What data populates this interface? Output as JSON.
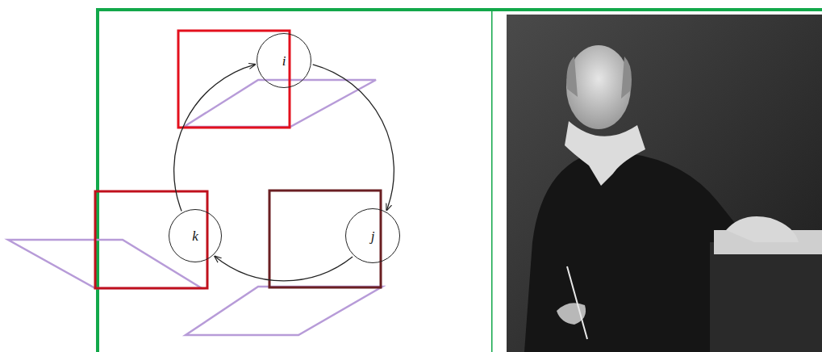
{
  "diagram": {
    "nodes": [
      {
        "text": [
          "i"
        ]
      },
      {
        "text": [
          "j"
        ]
      },
      {
        "text": [
          "k"
        ]
      }
    ],
    "edges": [
      {
        "from": 0,
        "to": 1,
        "arrow": "to"
      },
      {
        "from": 1,
        "to": 2,
        "arrow": "to"
      },
      {
        "from": 2,
        "to": 0,
        "arrow": "to"
      }
    ]
  }
}
